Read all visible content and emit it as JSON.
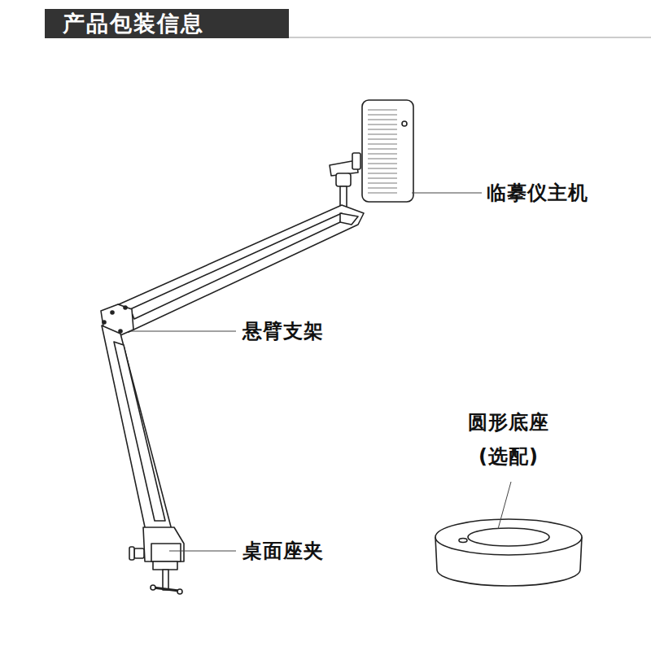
{
  "diagram": {
    "title": "产品包装信息",
    "labels": [
      "临摹仪主机",
      "悬臂支架",
      "桌面座夹",
      "圆形底座 (选配)"
    ]
  }
}
